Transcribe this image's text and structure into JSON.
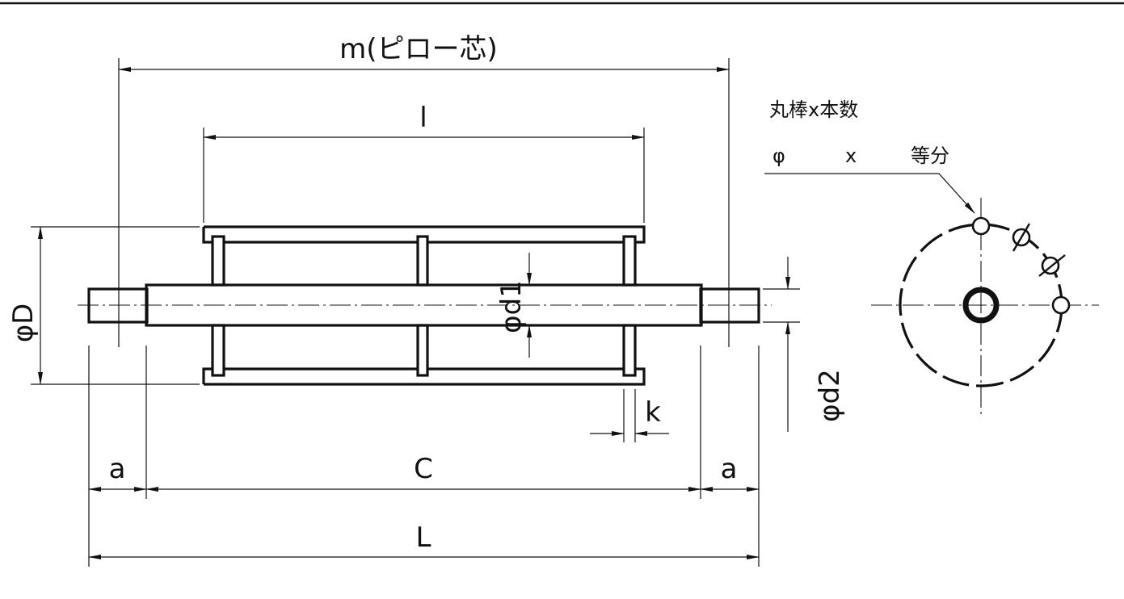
{
  "dimensions": {
    "m": "m(ピロー芯)",
    "l": "l",
    "D": "φD",
    "d1": "φd1",
    "d2": "φd2",
    "k": "k",
    "a_left": "a",
    "C": "C",
    "a_right": "a",
    "L": "L"
  },
  "note": {
    "title": "丸棒x本数",
    "phi": "φ",
    "x": "x",
    "equal_div": "等分"
  },
  "colors": {
    "line": "#111111",
    "background": "#ffffff"
  }
}
